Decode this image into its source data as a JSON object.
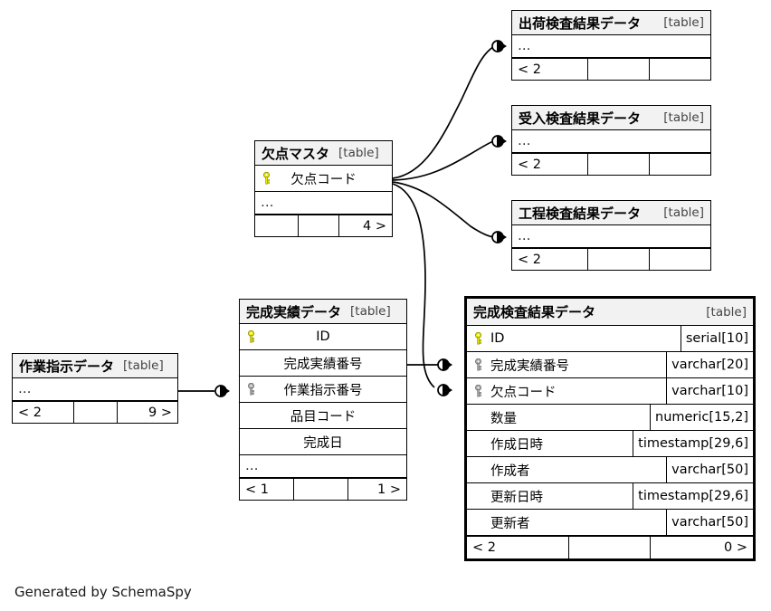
{
  "diagram": {
    "generator_note": "Generated by SchemaSpy",
    "table_tag": "[table]",
    "ellipsis": "…"
  },
  "tables": [
    {
      "id": "shukka",
      "name": "出荷検査結果データ",
      "tag": "[table]",
      "ellipsis": "…",
      "footer": [
        "< 2",
        "",
        ""
      ]
    },
    {
      "id": "ukeire",
      "name": "受入検査結果データ",
      "tag": "[table]",
      "ellipsis": "…",
      "footer": [
        "< 2",
        "",
        ""
      ]
    },
    {
      "id": "kotei",
      "name": "工程検査結果データ",
      "tag": "[table]",
      "ellipsis": "…",
      "footer": [
        "< 2",
        "",
        ""
      ]
    },
    {
      "id": "ketten_master",
      "name": "欠点マスタ",
      "tag": "[table]",
      "ellipsis": "…",
      "columns": [
        {
          "label": "欠点コード",
          "key": "primary-key"
        }
      ],
      "footer": [
        "",
        "",
        "4 >"
      ]
    },
    {
      "id": "sagyou_shiji",
      "name": "作業指示データ",
      "tag": "[table]",
      "ellipsis": "…",
      "footer": [
        "< 2",
        "",
        "9 >"
      ]
    },
    {
      "id": "kansei_jisseki",
      "name": "完成実績データ",
      "tag": "[table]",
      "ellipsis": "…",
      "columns": [
        {
          "label": "ID",
          "key": "primary-key"
        },
        {
          "label": "完成実績番号",
          "key": "none"
        },
        {
          "label": "作業指示番号",
          "key": "foreign-key"
        },
        {
          "label": "品目コード",
          "key": "none"
        },
        {
          "label": "完成日",
          "key": "none"
        }
      ],
      "footer": [
        "< 1",
        "",
        "1 >"
      ]
    },
    {
      "id": "kansei_kensa",
      "name": "完成検査結果データ",
      "tag": "[table]",
      "focused": true,
      "columns": [
        {
          "label": "ID",
          "type": "serial[10]",
          "key": "primary-key"
        },
        {
          "label": "完成実績番号",
          "type": "varchar[20]",
          "key": "foreign-key"
        },
        {
          "label": "欠点コード",
          "type": "varchar[10]",
          "key": "foreign-key"
        },
        {
          "label": "数量",
          "type": "numeric[15,2]",
          "key": "none"
        },
        {
          "label": "作成日時",
          "type": "timestamp[29,6]",
          "key": "none"
        },
        {
          "label": "作成者",
          "type": "varchar[50]",
          "key": "none"
        },
        {
          "label": "更新日時",
          "type": "timestamp[29,6]",
          "key": "none"
        },
        {
          "label": "更新者",
          "type": "varchar[50]",
          "key": "none"
        }
      ],
      "footer": [
        "< 2",
        "",
        "0 >"
      ]
    }
  ],
  "relationships": [
    {
      "from": "欠点マスタ.欠点コード",
      "to": "出荷検査結果データ"
    },
    {
      "from": "欠点マスタ.欠点コード",
      "to": "受入検査結果データ"
    },
    {
      "from": "欠点マスタ.欠点コード",
      "to": "工程検査結果データ"
    },
    {
      "from": "欠点マスタ.欠点コード",
      "to": "完成検査結果データ.欠点コード"
    },
    {
      "from": "完成実績データ.完成実績番号",
      "to": "完成検査結果データ.完成実績番号"
    },
    {
      "from": "作業指示データ",
      "to": "完成実績データ.作業指示番号"
    }
  ],
  "colors": {
    "primary_key": "#e8e800",
    "foreign_key": "#999999",
    "header_bg": "#f2f2f2",
    "line": "#000000"
  }
}
